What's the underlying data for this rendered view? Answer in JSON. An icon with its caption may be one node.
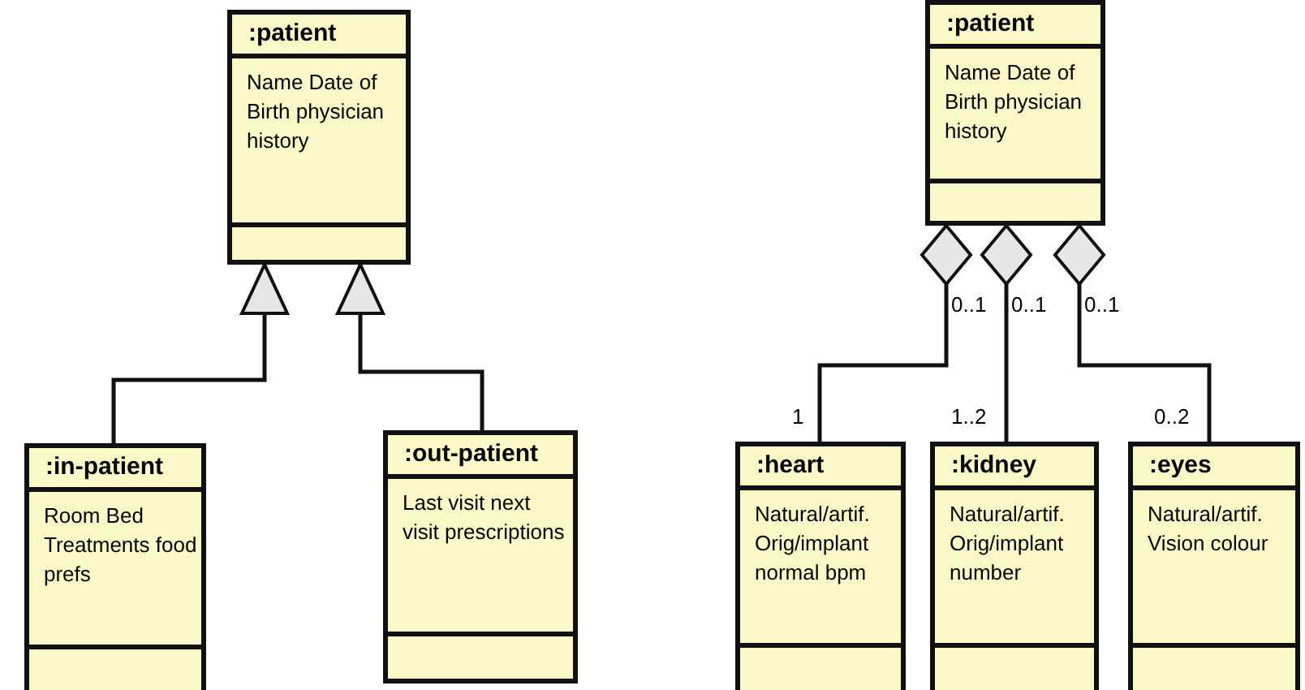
{
  "diagram": {
    "nodes": [
      {
        "text": [
          ":patient",
          "Name Date of Birth physician history"
        ]
      },
      {
        "text": [
          ":in-patient",
          "Room Bed Treatments food prefs"
        ]
      },
      {
        "text": [
          ":out-patient",
          "Last visit next visit prescriptions"
        ]
      },
      {
        "text": [
          ":patient",
          "Name Date of Birth physician history"
        ]
      },
      {
        "text": [
          ":heart",
          "Natural/artif. Orig/implant normal bpm"
        ]
      },
      {
        "text": [
          ":kidney",
          "Natural/artif. Orig/implant number"
        ]
      },
      {
        "text": [
          ":eyes",
          "Natural/artif. Vision colour"
        ]
      }
    ],
    "edges": [
      {
        "from": 1,
        "to": 0,
        "arrow": "to"
      },
      {
        "from": 2,
        "to": 0,
        "arrow": "to"
      },
      {
        "from": 3,
        "to": 4,
        "arrow": "other"
      },
      {
        "from": 3,
        "to": 5,
        "arrow": "other"
      },
      {
        "from": 3,
        "to": 6,
        "arrow": "other"
      }
    ],
    "labels": [
      "0..1",
      "0..1",
      "0..1",
      "1",
      "1..2",
      "0..2"
    ]
  }
}
